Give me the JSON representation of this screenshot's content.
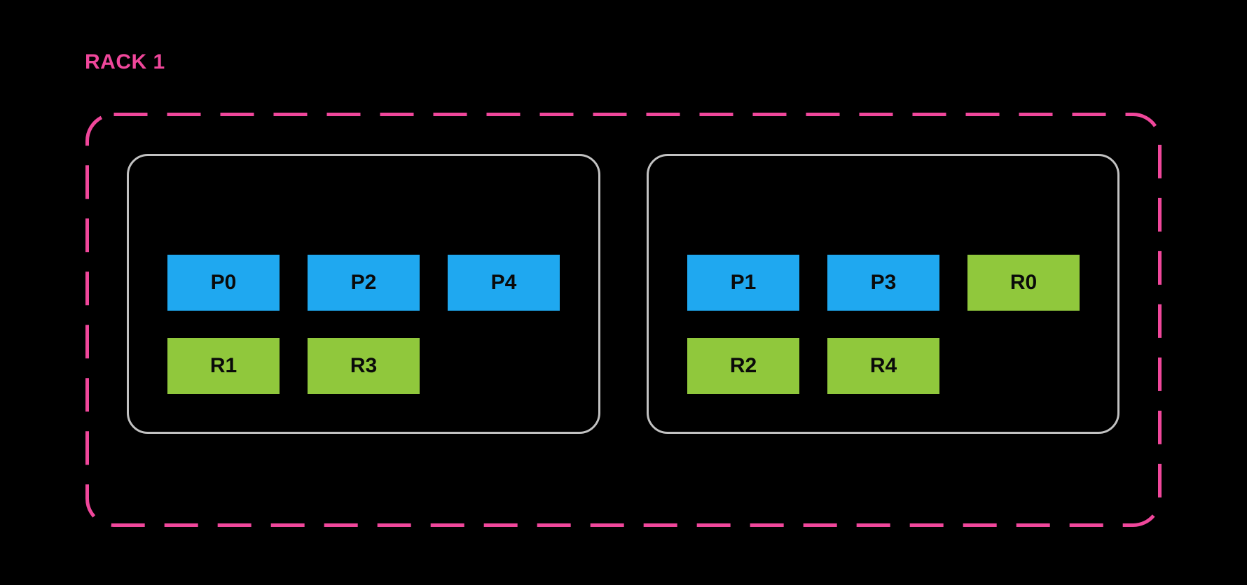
{
  "rack": {
    "title": "RACK 1",
    "colors": {
      "background": "#000000",
      "rack_border": "#F0479B",
      "rack_title": "#F0479B",
      "node_border": "#C2C2C2",
      "primary": "#1FA8F0",
      "replica": "#90C83C",
      "shard_label": "#0A0A0A"
    },
    "nodes": [
      {
        "rows": [
          [
            {
              "label": "P0",
              "type": "primary"
            },
            {
              "label": "P2",
              "type": "primary"
            },
            {
              "label": "P4",
              "type": "primary"
            }
          ],
          [
            {
              "label": "R1",
              "type": "replica"
            },
            {
              "label": "R3",
              "type": "replica"
            }
          ]
        ]
      },
      {
        "rows": [
          [
            {
              "label": "P1",
              "type": "primary"
            },
            {
              "label": "P3",
              "type": "primary"
            },
            {
              "label": "R0",
              "type": "replica"
            }
          ],
          [
            {
              "label": "R2",
              "type": "replica"
            },
            {
              "label": "R4",
              "type": "replica"
            }
          ]
        ]
      }
    ]
  }
}
